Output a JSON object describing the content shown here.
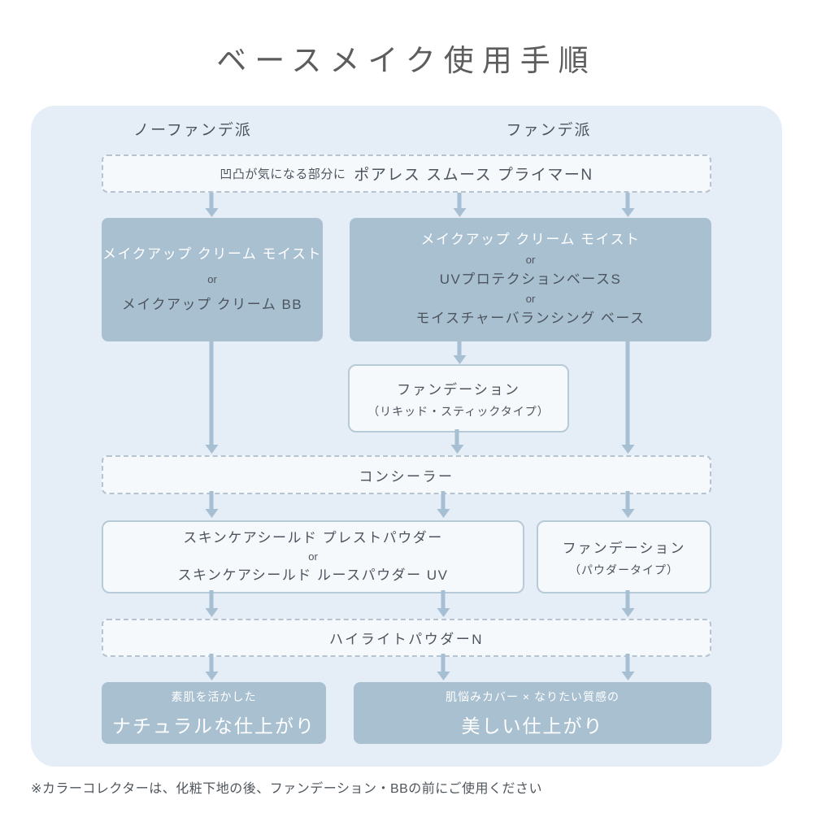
{
  "title": "ベースメイク使用手順",
  "footnote": "※カラーコレクターは、化粧下地の後、ファンデーション・BBの前にご使用ください",
  "columns": {
    "left_header": "ノーファンデ派",
    "right_header": "ファンデ派"
  },
  "steps": {
    "primer": {
      "condition": "凹凸が気になる部分に",
      "product": "ポアレス スムース プライマーN"
    },
    "base_left": {
      "line1": "メイクアップ クリーム モイスト",
      "or1": "or",
      "line2": "メイクアップ クリーム BB"
    },
    "base_right": {
      "line1": "メイクアップ クリーム モイスト",
      "or1": "or",
      "line2": "UVプロテクションベースS",
      "or2": "or",
      "line3": "モイスチャーバランシング ベース"
    },
    "liquid_foundation": {
      "name": "ファンデーション",
      "type": "（リキッド・スティックタイプ）"
    },
    "concealer": {
      "name": "コンシーラー"
    },
    "powder": {
      "line1": "スキンケアシールド プレストパウダー",
      "or1": "or",
      "line2": "スキンケアシールド ルースパウダー UV"
    },
    "powder_foundation": {
      "name": "ファンデーション",
      "type": "（パウダータイプ）"
    },
    "highlight": {
      "name": "ハイライトパウダーN"
    },
    "result_left": {
      "subtitle": "素肌を活かした",
      "title": "ナチュラルな仕上がり"
    },
    "result_right": {
      "subtitle": "肌悩みカバー × なりたい質感の",
      "title": "美しい仕上がり"
    }
  },
  "colors": {
    "container_bg": "#e5edf7",
    "box_blue": "#a9c0d1",
    "arrow": "#a7bfd3",
    "dashed_border": "#b6c4d2",
    "box_border": "#b7cad8",
    "box_bg": "#f6f9fc",
    "text_dark": "#4c545e",
    "text_light": "#ffffff",
    "title_color": "#5d5d5d",
    "footnote_color": "#4f565c"
  }
}
